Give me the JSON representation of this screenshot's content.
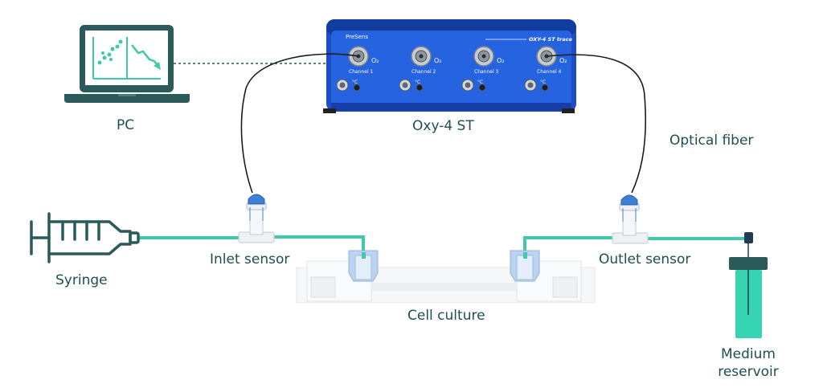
{
  "labels": {
    "pc": "PC",
    "device": "Oxy-4 ST",
    "optical_fiber": "Optical fiber",
    "inlet_sensor": "Inlet sensor",
    "outlet_sensor": "Outlet sensor",
    "syringe": "Syringe",
    "cell_culture": "Cell culture",
    "medium_reservoir_line1": "Medium",
    "medium_reservoir_line2": "reservoir"
  },
  "device_panel": {
    "brand": "PreSens",
    "model": "OXY-4 ST trace",
    "channels": [
      "Channel 1",
      "Channel 2",
      "Channel 3",
      "Channel 4"
    ],
    "o2_symbol": "O₂",
    "temp_symbol": "°C"
  },
  "colors": {
    "teal_line": "#3ec9a7",
    "dark_teal": "#2a5a5a",
    "device_blue": "#1f5bd6",
    "sensor_blue": "#3d7fd3",
    "label_text": "#1f4e4e",
    "reservoir": "#37d4b4"
  }
}
